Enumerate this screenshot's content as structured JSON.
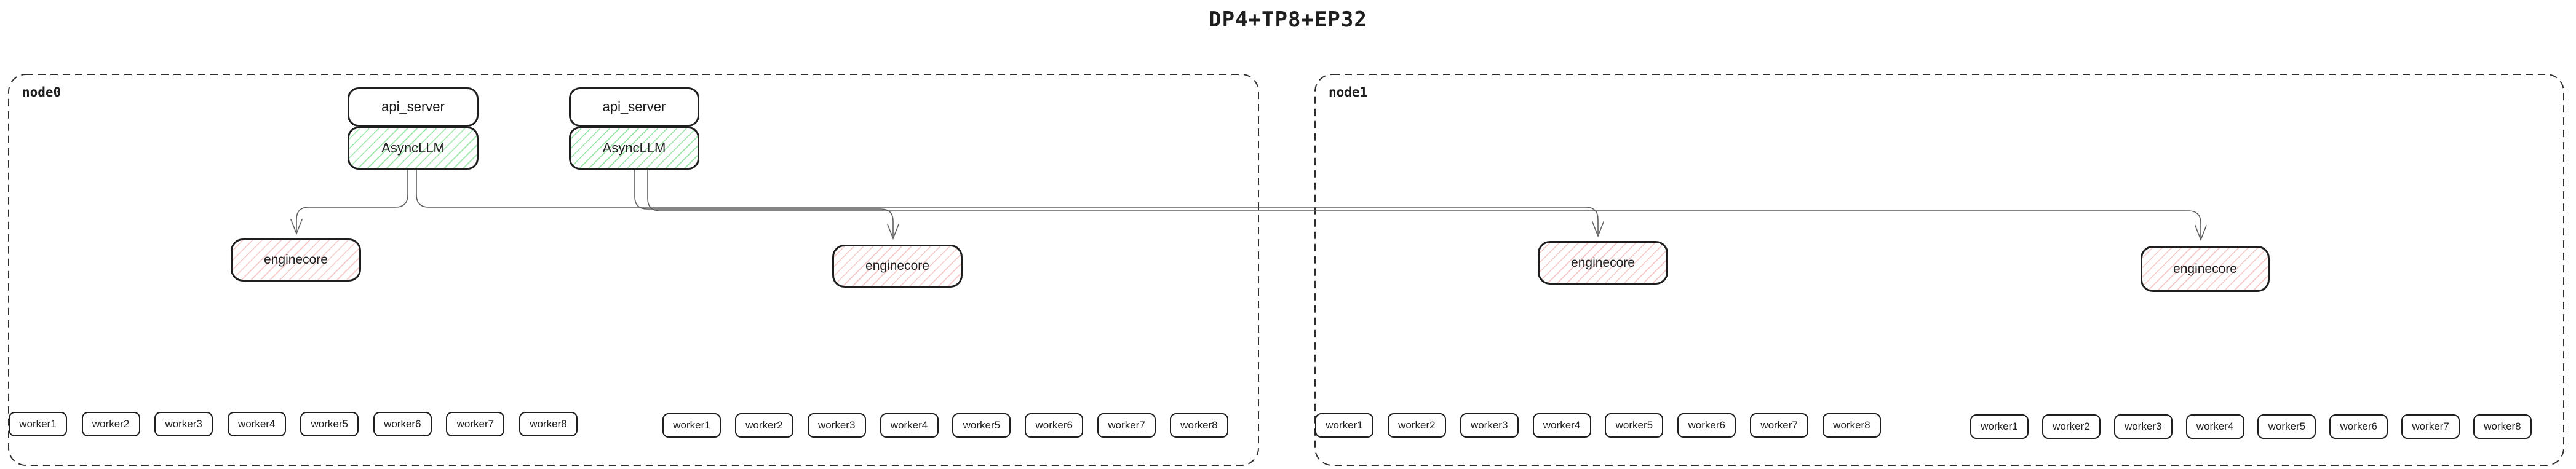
{
  "title": "DP4+TP8+EP32",
  "nodes": [
    {
      "label": "node0",
      "api_servers": [
        {
          "label": "api_server",
          "asyncllm": "AsyncLLM"
        },
        {
          "label": "api_server",
          "asyncllm": "AsyncLLM"
        }
      ],
      "enginecores": [
        {
          "label": "enginecore"
        },
        {
          "label": "enginecore"
        }
      ],
      "worker_rows": [
        [
          "worker1",
          "worker2",
          "worker3",
          "worker4",
          "worker5",
          "worker6",
          "worker7",
          "worker8"
        ],
        [
          "worker1",
          "worker2",
          "worker3",
          "worker4",
          "worker5",
          "worker6",
          "worker7",
          "worker8"
        ]
      ]
    },
    {
      "label": "node1",
      "api_servers": [],
      "enginecores": [
        {
          "label": "enginecore"
        },
        {
          "label": "enginecore"
        }
      ],
      "worker_rows": [
        [
          "worker1",
          "worker2",
          "worker3",
          "worker4",
          "worker5",
          "worker6",
          "worker7",
          "worker8"
        ],
        [
          "worker1",
          "worker2",
          "worker3",
          "worker4",
          "worker5",
          "worker6",
          "worker7",
          "worker8"
        ]
      ]
    }
  ],
  "edges": [
    {
      "from": "node0 AsyncLLM 1",
      "to": "node0 enginecore 1"
    },
    {
      "from": "node0 AsyncLLM 1",
      "to": "node1 enginecore 1"
    },
    {
      "from": "node0 AsyncLLM 2",
      "to": "node0 enginecore 2"
    },
    {
      "from": "node0 AsyncLLM 2",
      "to": "node1 enginecore 2"
    }
  ],
  "colors": {
    "background": "#ffffff",
    "box_border": "#1e1e1e",
    "node_dashed_border": "#2e2e2e",
    "asyncllm_hatch_green": "#69db7c",
    "enginecore_hatch_red": "#e03131",
    "edge_gray": "#5f5f5f",
    "text": "#1e1e1e"
  }
}
